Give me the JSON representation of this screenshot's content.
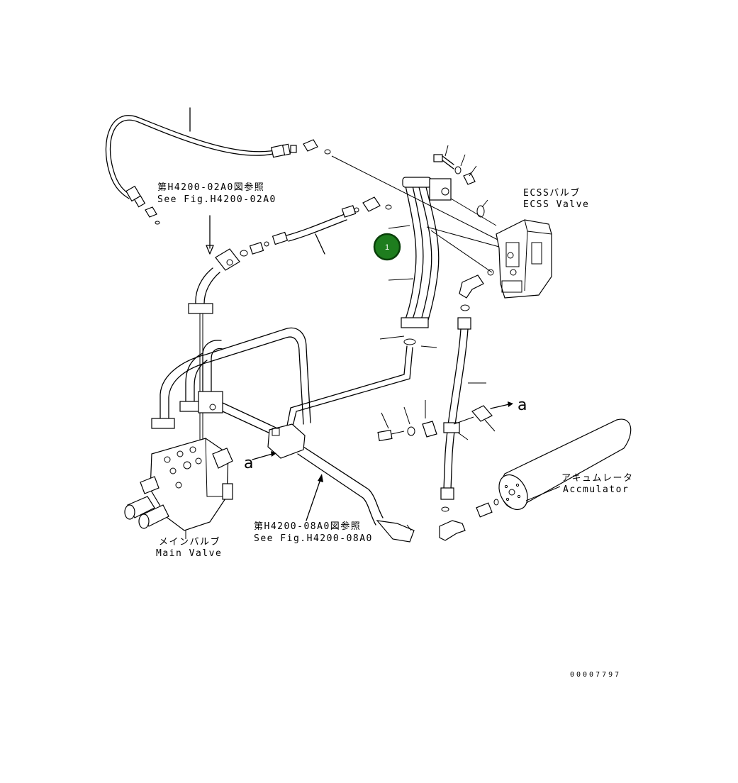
{
  "labels": {
    "ecss_jp": "ECSSバルブ",
    "ecss_en": "ECSS Valve",
    "ref_upper_jp": "第H4200-02A0図参照",
    "ref_upper_en": "See Fig.H4200-02A0",
    "ref_lower_jp": "第H4200-08A0図参照",
    "ref_lower_en": "See Fig.H4200-08A0",
    "main_valve_jp": "メインバルブ",
    "main_valve_en": "Main Valve",
    "accumulator_jp": "アキュムレータ",
    "accumulator_en": "Accmulator",
    "callout_a_right": "a",
    "callout_a_left": "a",
    "drawing_number": "00007797"
  },
  "part_badge": {
    "number": "1",
    "color": "#1e7d1e",
    "ring_color": "#0a3f0a"
  }
}
